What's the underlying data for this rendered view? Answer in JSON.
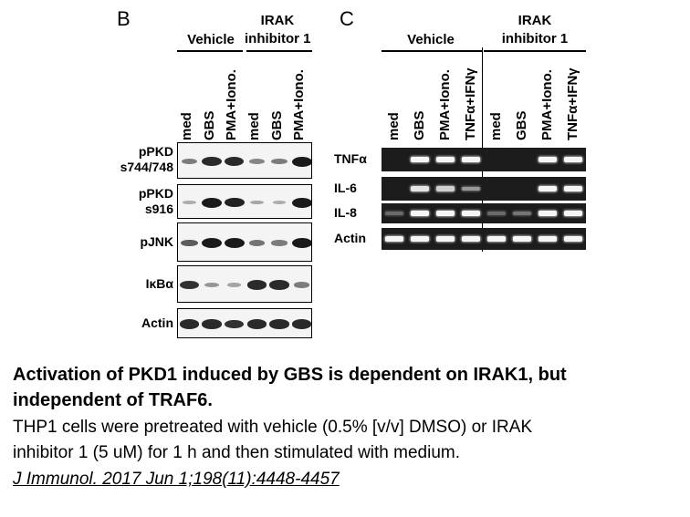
{
  "panel_b": {
    "letter": "B",
    "group_vehicle": "Vehicle",
    "group_irak_line1": "IRAK",
    "group_irak_line2": "inhibitor 1",
    "lanes": [
      "med",
      "GBS",
      "PMA+Iono.",
      "med",
      "GBS",
      "PMA+Iono."
    ],
    "rows": [
      {
        "label": "pPKD",
        "label2": "s744/748",
        "intensity": [
          0.4,
          0.9,
          0.9,
          0.35,
          0.4,
          1.0
        ]
      },
      {
        "label": "pPKD",
        "label2": "s916",
        "intensity": [
          0.1,
          1.0,
          0.95,
          0.15,
          0.1,
          1.0
        ]
      },
      {
        "label": "pJNK",
        "label2": "",
        "intensity": [
          0.6,
          1.0,
          1.0,
          0.45,
          0.4,
          1.0
        ]
      },
      {
        "label": "IκBα",
        "label2": "",
        "intensity": [
          0.85,
          0.25,
          0.15,
          0.9,
          0.9,
          0.4
        ]
      },
      {
        "label": "Actin",
        "label2": "",
        "intensity": [
          0.9,
          0.9,
          0.85,
          0.9,
          0.9,
          0.9
        ]
      }
    ]
  },
  "panel_c": {
    "letter": "C",
    "group_vehicle": "Vehicle",
    "group_irak_line1": "IRAK",
    "group_irak_line2": "inhibitor 1",
    "lanes": [
      "med",
      "GBS",
      "PMA+Iono.",
      "TNFα+IFNγ",
      "med",
      "GBS",
      "PMA+Iono.",
      "TNFα+IFNγ"
    ],
    "rows": [
      {
        "label": "TNFα",
        "intensity": [
          0,
          1,
          1,
          1,
          0,
          0,
          1,
          1
        ]
      },
      {
        "label": "IL-6",
        "intensity": [
          0,
          0.9,
          0.8,
          0.5,
          0,
          0,
          1,
          1
        ]
      },
      {
        "label": "IL-8",
        "intensity": [
          0.25,
          1,
          1,
          1,
          0.25,
          0.3,
          1,
          1
        ]
      },
      {
        "label": "Actin",
        "intensity": [
          1,
          1,
          1,
          1,
          1,
          1,
          1,
          1
        ]
      }
    ]
  },
  "caption": {
    "title_line1": "Activation of PKD1 induced by GBS is dependent on IRAK1, but",
    "title_line2": "independent of TRAF6.",
    "text_line1": "THP1 cells were pretreated with vehicle (0.5% [v/v] DMSO) or IRAK",
    "text_line2": "inhibitor 1 (5 uM) for 1 h and then stimulated with medium.",
    "citation": "J Immunol. 2017 Jun 1;198(11):4448-4457"
  }
}
